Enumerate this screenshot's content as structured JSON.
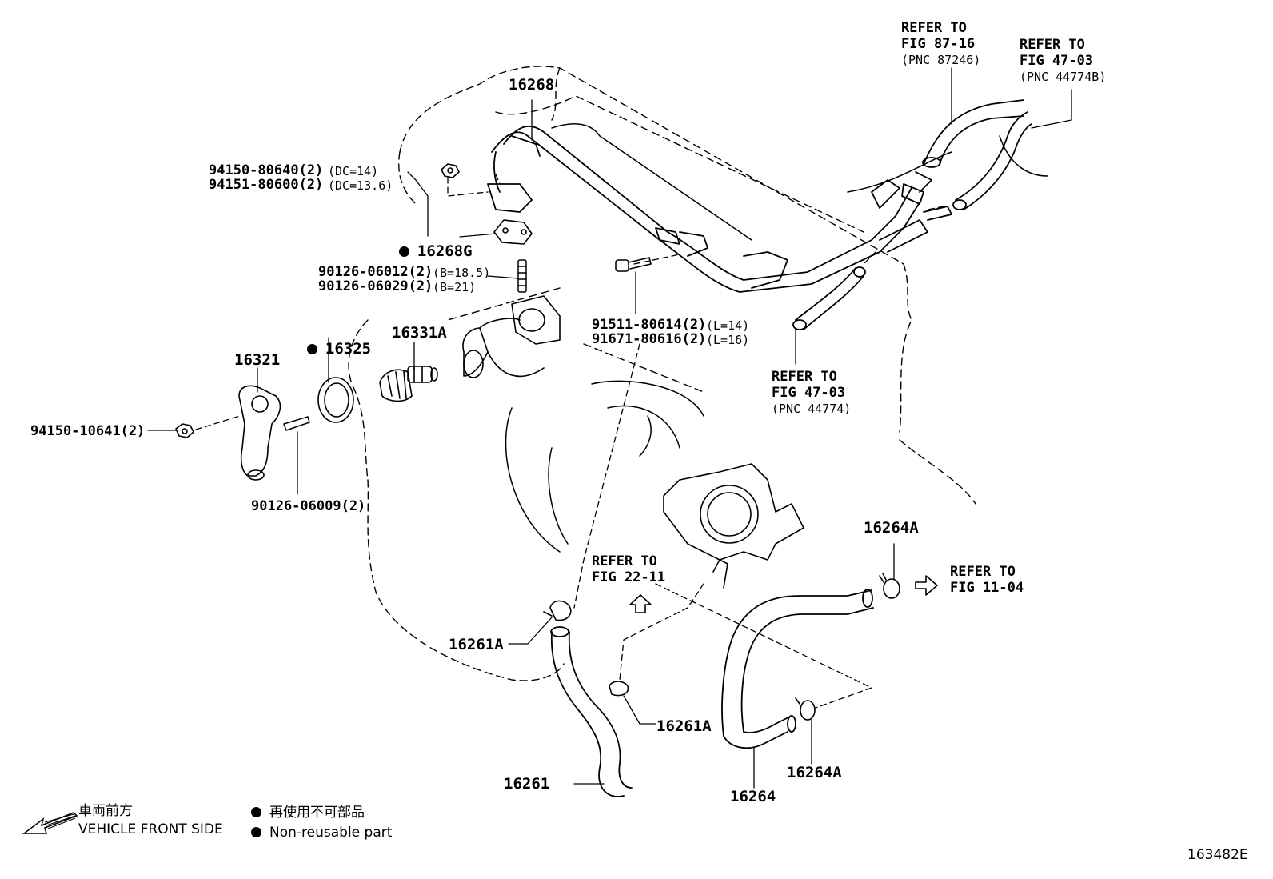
{
  "parts": {
    "p16268": "16268",
    "p16268g": "16268G",
    "p16325": "16325",
    "p16331a": "16331A",
    "p16321": "16321",
    "p16264a_top": "16264A",
    "p16264a_bottom": "16264A",
    "p16261a_left": "16261A",
    "p16261a_right": "16261A",
    "p16261": "16261",
    "p16264": "16264"
  },
  "fasteners": {
    "nut_a": "94150-80640(2)",
    "nut_a_note": "(DC=14)",
    "nut_b": "94151-80600(2)",
    "nut_b_note": "(DC=13.6)",
    "stud_a": "90126-06012(2)",
    "stud_a_note": "(B=18.5)",
    "stud_b": "90126-06029(2)",
    "stud_b_note": "(B=21)",
    "bolt_a": "91511-80614(2)",
    "bolt_a_note": "(L=14)",
    "bolt_b": "91671-80616(2)",
    "bolt_b_note": "(L=16)",
    "nut_c": "94150-10641(2)",
    "stud_c": "90126-06009(2)"
  },
  "references": {
    "ref1_l1": "REFER TO",
    "ref1_l2": "FIG 87-16",
    "ref1_l3": "(PNC 87246)",
    "ref2_l1": "REFER TO",
    "ref2_l2": "FIG 47-03",
    "ref2_l3": "(PNC 44774B)",
    "ref3_l1": "REFER TO",
    "ref3_l2": "FIG 47-03",
    "ref3_l3": "(PNC 44774)",
    "ref4_l1": "REFER TO",
    "ref4_l2": "FIG 22-11",
    "ref5_l1": "REFER TO",
    "ref5_l2": "FIG 11-04"
  },
  "legend": {
    "front_jp": "車両前方",
    "front_en": "VEHICLE FRONT SIDE",
    "nonreuse_jp": "再使用不可部品",
    "nonreuse_en": "Non-reusable part"
  },
  "figure_id": "163482E"
}
